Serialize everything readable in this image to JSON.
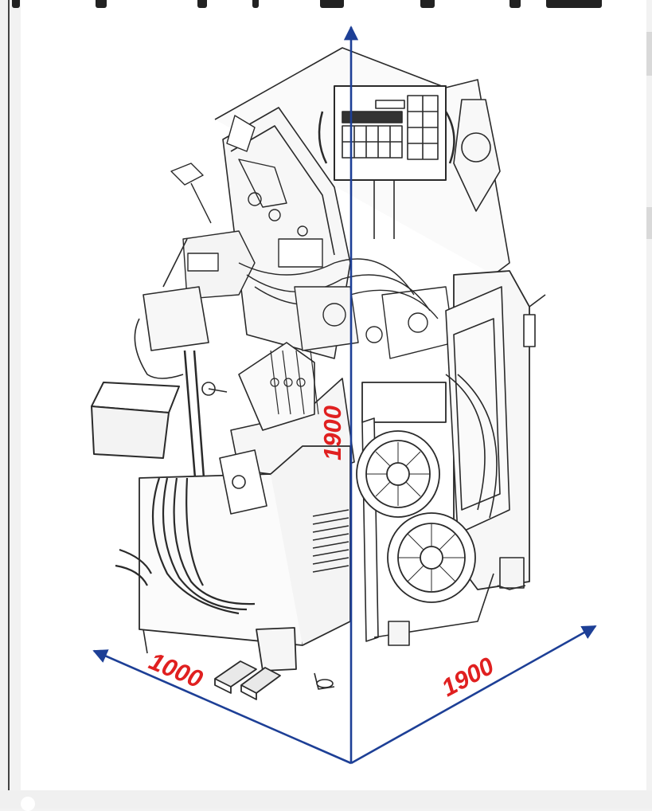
{
  "dimensions": {
    "depth": "1000",
    "width": "1900",
    "height": "1900"
  },
  "colors": {
    "axis": "#1d3f96",
    "label": "#e02020",
    "machine_line": "#2a2a2a",
    "background": "#ffffff"
  },
  "illustration": "shoe-lasting-machine-sketch"
}
